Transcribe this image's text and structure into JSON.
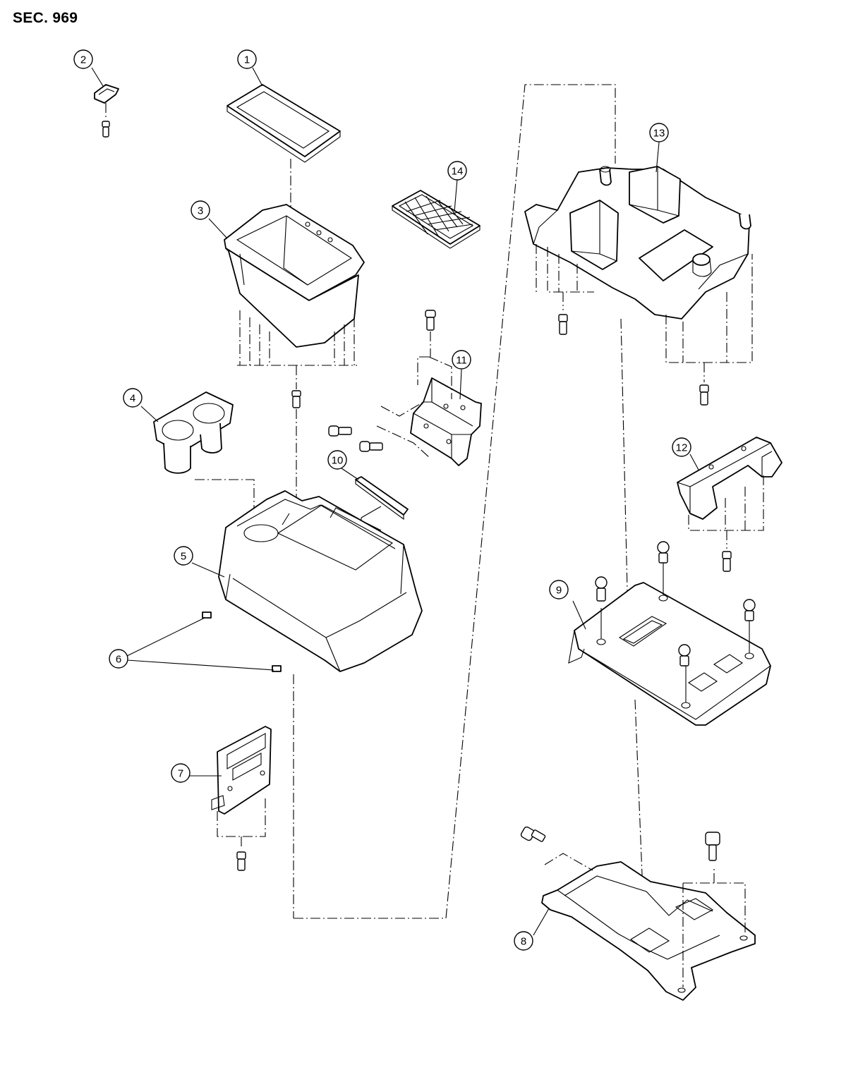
{
  "header": {
    "section": "SEC. 969"
  },
  "callouts": [
    {
      "id": "1",
      "label": "1"
    },
    {
      "id": "2",
      "label": "2"
    },
    {
      "id": "3",
      "label": "3"
    },
    {
      "id": "4",
      "label": "4"
    },
    {
      "id": "5",
      "label": "5"
    },
    {
      "id": "6",
      "label": "6"
    },
    {
      "id": "7",
      "label": "7"
    },
    {
      "id": "8",
      "label": "8"
    },
    {
      "id": "9",
      "label": "9"
    },
    {
      "id": "10",
      "label": "10"
    },
    {
      "id": "11",
      "label": "11"
    },
    {
      "id": "12",
      "label": "12"
    },
    {
      "id": "13",
      "label": "13"
    },
    {
      "id": "14",
      "label": "14"
    }
  ]
}
